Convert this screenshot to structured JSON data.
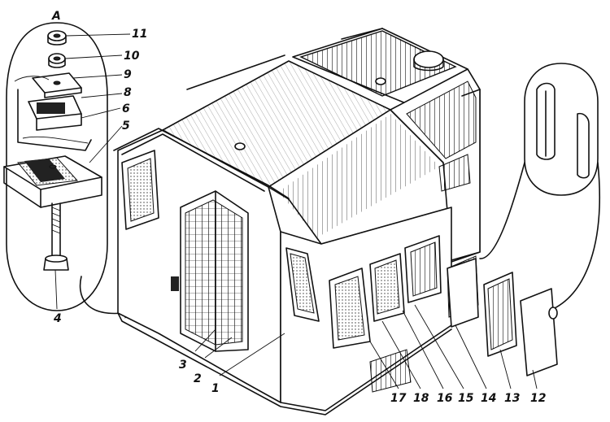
{
  "diagram": {
    "callouts": [
      {
        "id": "A",
        "text": "A"
      },
      {
        "id": "11",
        "text": "11"
      },
      {
        "id": "10",
        "text": "10"
      },
      {
        "id": "9",
        "text": "9"
      },
      {
        "id": "8",
        "text": "8"
      },
      {
        "id": "6",
        "text": "6"
      },
      {
        "id": "5",
        "text": "5"
      },
      {
        "id": "4",
        "text": "4"
      },
      {
        "id": "3",
        "text": "3"
      },
      {
        "id": "2",
        "text": "2"
      },
      {
        "id": "1",
        "text": "1"
      },
      {
        "id": "17",
        "text": "17"
      },
      {
        "id": "18",
        "text": "18"
      },
      {
        "id": "16",
        "text": "16"
      },
      {
        "id": "15",
        "text": "15"
      },
      {
        "id": "14",
        "text": "14"
      },
      {
        "id": "13",
        "text": "13"
      },
      {
        "id": "12",
        "text": "12"
      }
    ]
  }
}
